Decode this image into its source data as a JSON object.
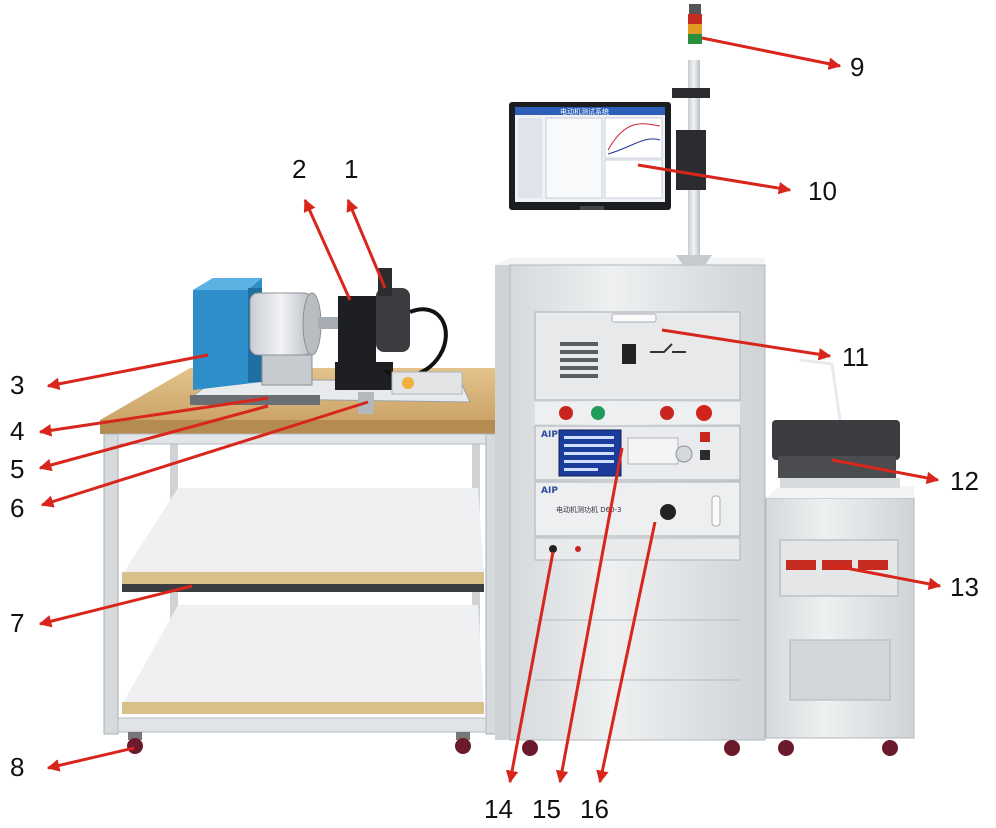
{
  "labels": [
    "1",
    "2",
    "3",
    "4",
    "5",
    "6",
    "7",
    "8",
    "9",
    "10",
    "11",
    "12",
    "13",
    "14",
    "15",
    "16"
  ],
  "panel_brand": "AIP",
  "screen_title": "电动机测试系统",
  "controller_text": "电动机测功机 D60-3",
  "colors": {
    "arrow": "#d8261c",
    "frame": "#d9dde0",
    "cabinet": "#e6e8ea",
    "tabletop": "#d9b478",
    "motor_blue": "#2e8ec9",
    "screen_blue": "#1b3c9a"
  }
}
